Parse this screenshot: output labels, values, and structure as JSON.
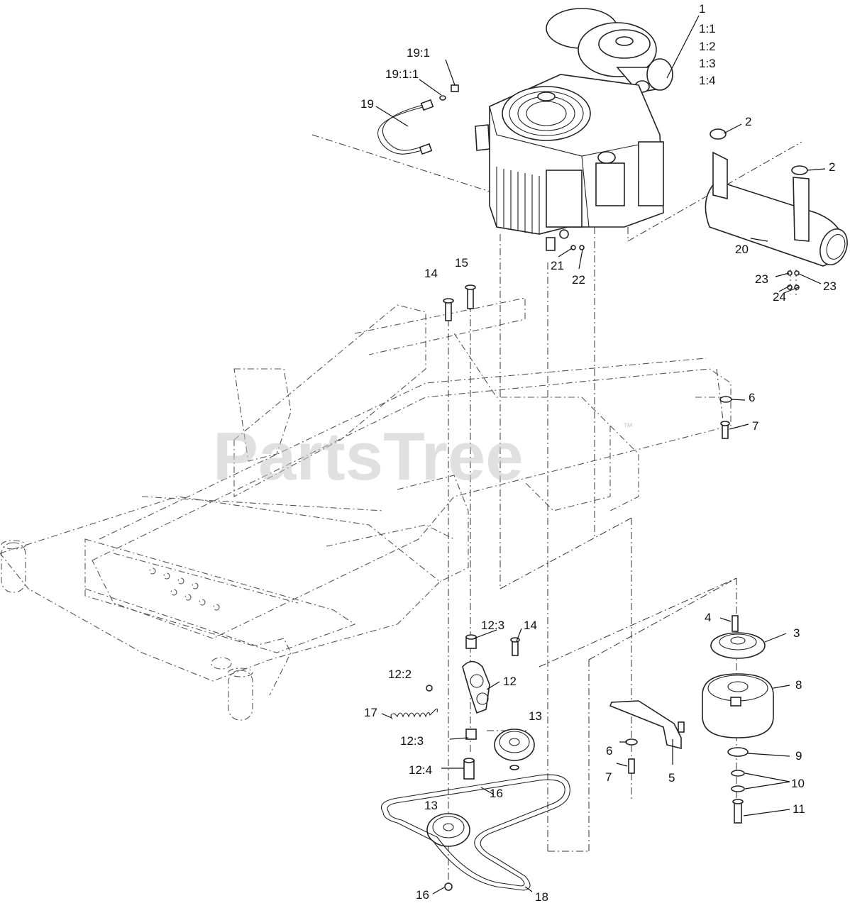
{
  "watermark": {
    "text": "PartsTree",
    "tm": "™"
  },
  "callouts": [
    {
      "id": "c1",
      "text": "1"
    },
    {
      "id": "c1-1",
      "text": "1:1"
    },
    {
      "id": "c1-2",
      "text": "1:2"
    },
    {
      "id": "c1-3",
      "text": "1:3"
    },
    {
      "id": "c1-4",
      "text": "1:4"
    },
    {
      "id": "c2a",
      "text": "2"
    },
    {
      "id": "c2b",
      "text": "2"
    },
    {
      "id": "c19-1",
      "text": "19:1"
    },
    {
      "id": "c19-1-1",
      "text": "19:1:1"
    },
    {
      "id": "c19",
      "text": "19"
    },
    {
      "id": "c20",
      "text": "20"
    },
    {
      "id": "c21",
      "text": "21"
    },
    {
      "id": "c22",
      "text": "22"
    },
    {
      "id": "c23a",
      "text": "23"
    },
    {
      "id": "c23b",
      "text": "23"
    },
    {
      "id": "c24",
      "text": "24"
    },
    {
      "id": "c14a",
      "text": "14"
    },
    {
      "id": "c15",
      "text": "15"
    },
    {
      "id": "c6a",
      "text": "6"
    },
    {
      "id": "c7a",
      "text": "7"
    },
    {
      "id": "c12-3a",
      "text": "12:3"
    },
    {
      "id": "c14b",
      "text": "14"
    },
    {
      "id": "c12-2",
      "text": "12:2"
    },
    {
      "id": "c12",
      "text": "12"
    },
    {
      "id": "c17",
      "text": "17"
    },
    {
      "id": "c13a",
      "text": "13"
    },
    {
      "id": "c12-3b",
      "text": "12:3"
    },
    {
      "id": "c12-4",
      "text": "12:4"
    },
    {
      "id": "c16a",
      "text": "16"
    },
    {
      "id": "c13b",
      "text": "13"
    },
    {
      "id": "c16b",
      "text": "16"
    },
    {
      "id": "c18",
      "text": "18"
    },
    {
      "id": "c4",
      "text": "4"
    },
    {
      "id": "c3",
      "text": "3"
    },
    {
      "id": "c8",
      "text": "8"
    },
    {
      "id": "c6b",
      "text": "6"
    },
    {
      "id": "c7b",
      "text": "7"
    },
    {
      "id": "c5",
      "text": "5"
    },
    {
      "id": "c9",
      "text": "9"
    },
    {
      "id": "c10",
      "text": "10"
    },
    {
      "id": "c11",
      "text": "11"
    }
  ]
}
